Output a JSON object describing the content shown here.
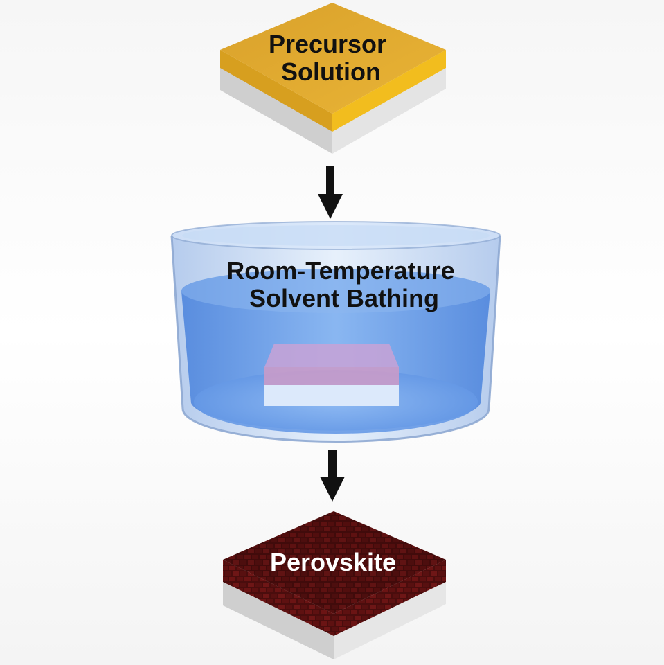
{
  "steps": [
    {
      "lines": [
        "Precursor",
        "Solution"
      ]
    },
    {
      "lines": [
        "Room-Temperature",
        "Solvent Bathing"
      ]
    },
    {
      "lines": [
        "Perovskite"
      ]
    }
  ],
  "colors": {
    "precursor_top": "#E3A92A",
    "precursor_edge": "#EFB81F",
    "substrate": "#D9D9D9",
    "bath_water": "#6A9CE8",
    "bath_glass": "#BFD4F2",
    "film_in_bath": "#C3A1D6",
    "perovskite": "#5A1010",
    "arrow": "#111111"
  }
}
